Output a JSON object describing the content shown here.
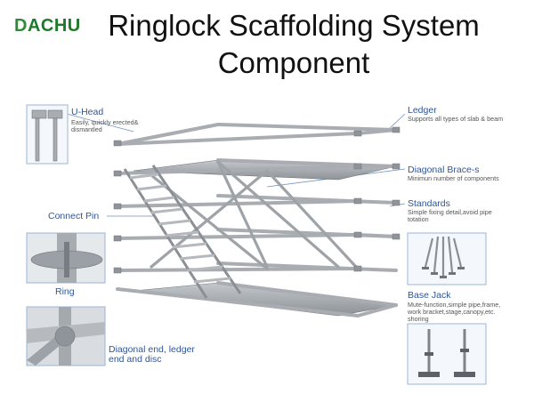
{
  "header": {
    "logo_part1": "D",
    "logo_part2": "ACHU",
    "title_line1": "Ringlock Scaffolding System",
    "title_line2": "Component"
  },
  "callouts": {
    "u_head": {
      "label": "U-Head",
      "desc": "Easily,  quickly erected& dismantled"
    },
    "connect_pin": {
      "label": "Connect Pin"
    },
    "ring": {
      "label": "Ring"
    },
    "diagonal_end": {
      "label": "Diagonal end, ledger end and disc"
    },
    "ledger": {
      "label": "Ledger",
      "desc": "Supports all types of slab & beam"
    },
    "diagonal_brace": {
      "label": "Diagonal Brace-s",
      "desc": "Minimun number of components"
    },
    "standards": {
      "label": "Standards",
      "desc": "Simple fixing detail,avoid pipe totation"
    },
    "base_jack": {
      "label": "Base Jack",
      "desc": "Mute-function,simple pipe,frame, work bracket,stage,canopy,etc. shoring"
    }
  },
  "colors": {
    "label_blue": "#2f5597",
    "leader_blue": "#6f8fbf",
    "steel": "#a9adb2",
    "steel_dark": "#7b8086",
    "logo_green": "#2f8a3a"
  },
  "icons": [
    "u-head-photo",
    "connect-pin-photo",
    "rosette-disc-photo",
    "base-jack-photo"
  ]
}
